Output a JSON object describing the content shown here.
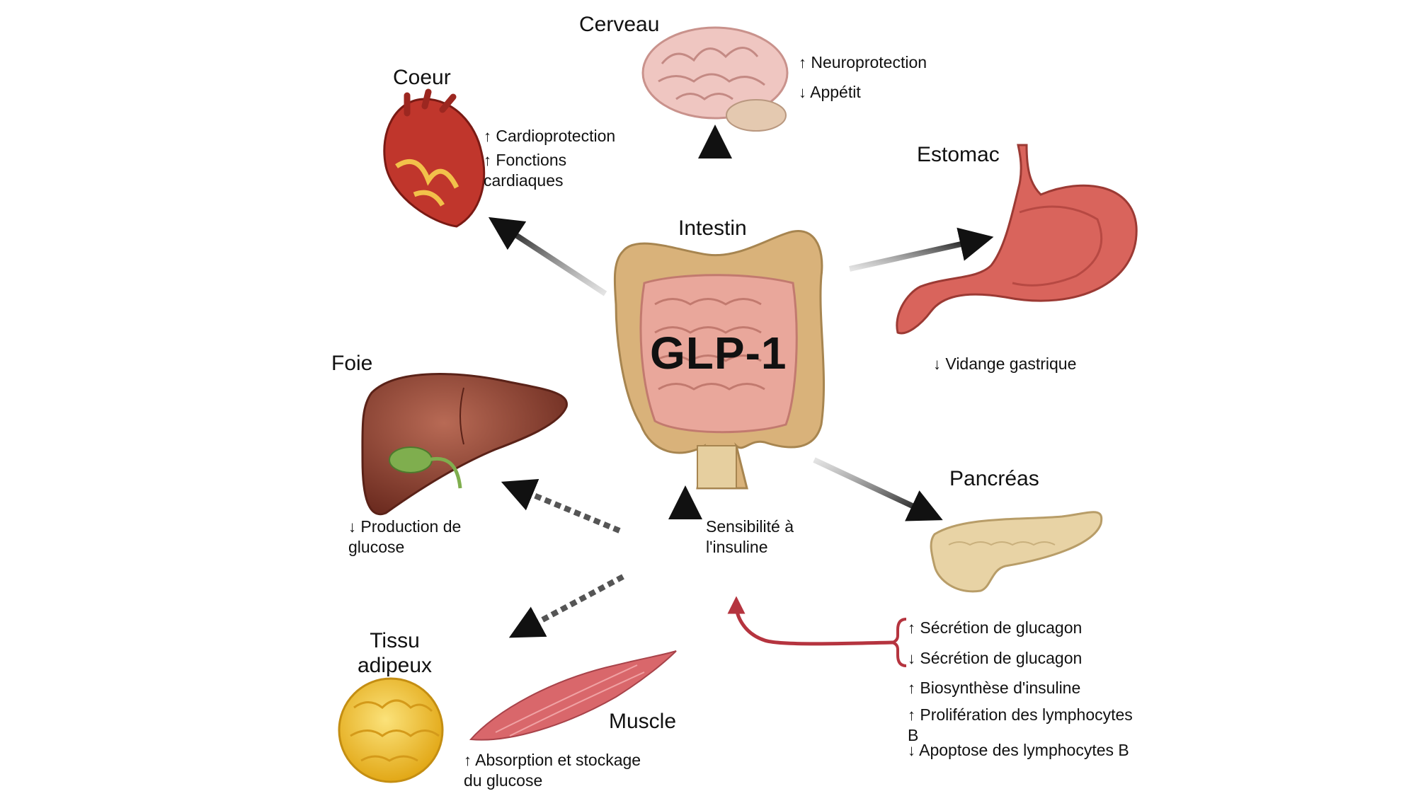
{
  "hub": {
    "label": "Intestin",
    "hormone": "GLP-1"
  },
  "organs": {
    "brain": {
      "name": "Cerveau",
      "effects": [
        {
          "dir": "up",
          "text": "Neuroprotection"
        },
        {
          "dir": "down",
          "text": "Appétit"
        }
      ]
    },
    "heart": {
      "name": "Coeur",
      "effects": [
        {
          "dir": "up",
          "text": "Cardioprotection"
        },
        {
          "dir": "up",
          "text": "Fonctions cardiaques"
        }
      ]
    },
    "stomach": {
      "name": "Estomac",
      "effects": [
        {
          "dir": "down",
          "text": "Vidange gastrique"
        }
      ]
    },
    "liver": {
      "name": "Foie",
      "effects": [
        {
          "dir": "down",
          "text": "Production de glucose"
        }
      ]
    },
    "pancreas": {
      "name": "Pancréas",
      "effects": [
        {
          "dir": "up",
          "text": "Sécrétion de glucagon"
        },
        {
          "dir": "down",
          "text": "Sécrétion de glucagon"
        },
        {
          "dir": "up",
          "text": "Biosynthèse d'insuline"
        },
        {
          "dir": "up",
          "text": "Prolifération des lymphocytes B"
        },
        {
          "dir": "down",
          "text": "Apoptose des lymphocytes B"
        }
      ]
    },
    "adipose": {
      "name": "Tissu adipeux"
    },
    "muscle": {
      "name": "Muscle",
      "effects": [
        {
          "dir": "up",
          "text": "Absorption et stockage du glucose"
        }
      ]
    }
  },
  "insulin_sensitivity": "Sensibilité à l'insuline",
  "icons": {
    "up": "↑",
    "down": "↓"
  },
  "colors": {
    "feedback_arrow": "#b5343f",
    "arrow": "#111111",
    "intestine": "#e9a79b",
    "colon": "#d9b27a",
    "stomach": "#d9645c",
    "liver": "#8b3f2f",
    "pancreas": "#e8d3a5",
    "adipose": "#f2c33a",
    "muscle": "#d9676b",
    "heart": "#c0362c",
    "brain": "#efc6c1"
  }
}
